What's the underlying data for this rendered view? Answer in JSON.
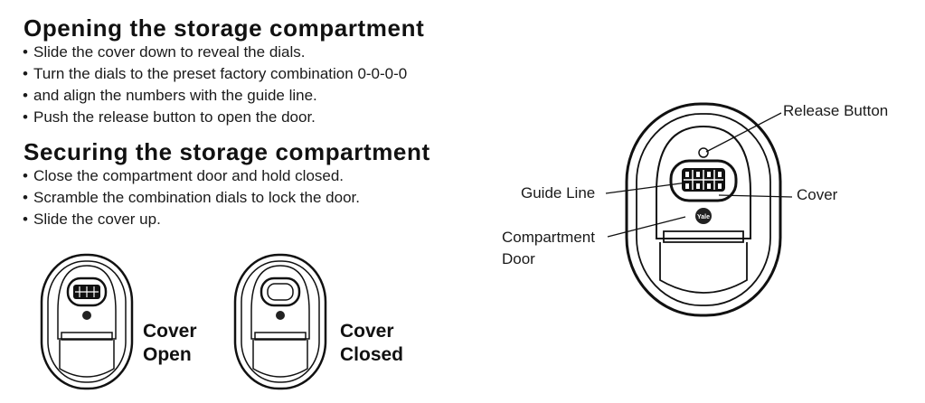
{
  "sections": [
    {
      "heading": "Opening the storage compartment",
      "steps": [
        "Slide the cover down to reveal the dials.",
        "Turn the dials to the preset factory combination 0-0-0-0",
        "and align the numbers with the guide line.",
        "Push the release button to open the door."
      ]
    },
    {
      "heading": "Securing the storage compartment",
      "steps": [
        "Close the compartment door and hold closed.",
        "Scramble the combination dials to lock the door.",
        "Slide the cover up."
      ]
    }
  ],
  "figures": {
    "cover_open": {
      "line1": "Cover",
      "line2": "Open"
    },
    "cover_closed": {
      "line1": "Cover",
      "line2": "Closed"
    }
  },
  "callouts": {
    "release_button": "Release Button",
    "cover": "Cover",
    "guide_line": "Guide Line",
    "compartment_door_line1": "Compartment",
    "compartment_door_line2": "Door"
  },
  "brand_logo": "Yale",
  "colors": {
    "ink": "#111111",
    "paper": "#ffffff"
  }
}
